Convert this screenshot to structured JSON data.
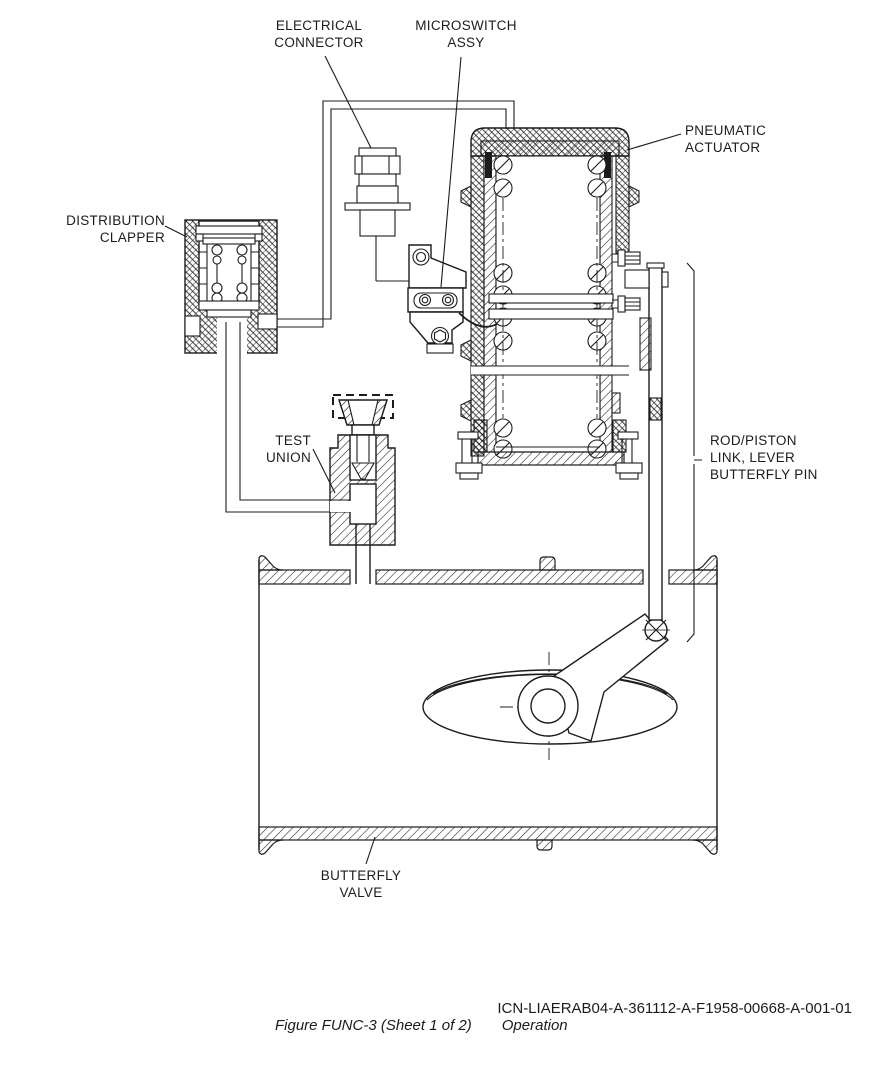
{
  "figure": {
    "labels": {
      "electrical_connector": "ELECTRICAL\nCONNECTOR",
      "microswitch_assy": "MICROSWITCH\nASSY",
      "pneumatic_actuator": "PNEUMATIC\nACTUATOR",
      "distribution_clapper": "DISTRIBUTION\nCLAPPER",
      "test_union": "TEST\nUNION",
      "rod_piston_link": "ROD/PISTON\nLINK, LEVER\nBUTTERFLY PIN",
      "butterfly_valve": "BUTTERFLY\nVALVE"
    },
    "footer": {
      "icn": "ICN-LIAERAB04-A-361112-A-F1958-00668-A-001-01",
      "caption": "Figure FUNC-3 (Sheet 1 of 2)",
      "caption_title": "Operation"
    }
  },
  "colors": {
    "line": "#1c1c1c",
    "background": "#ffffff"
  }
}
